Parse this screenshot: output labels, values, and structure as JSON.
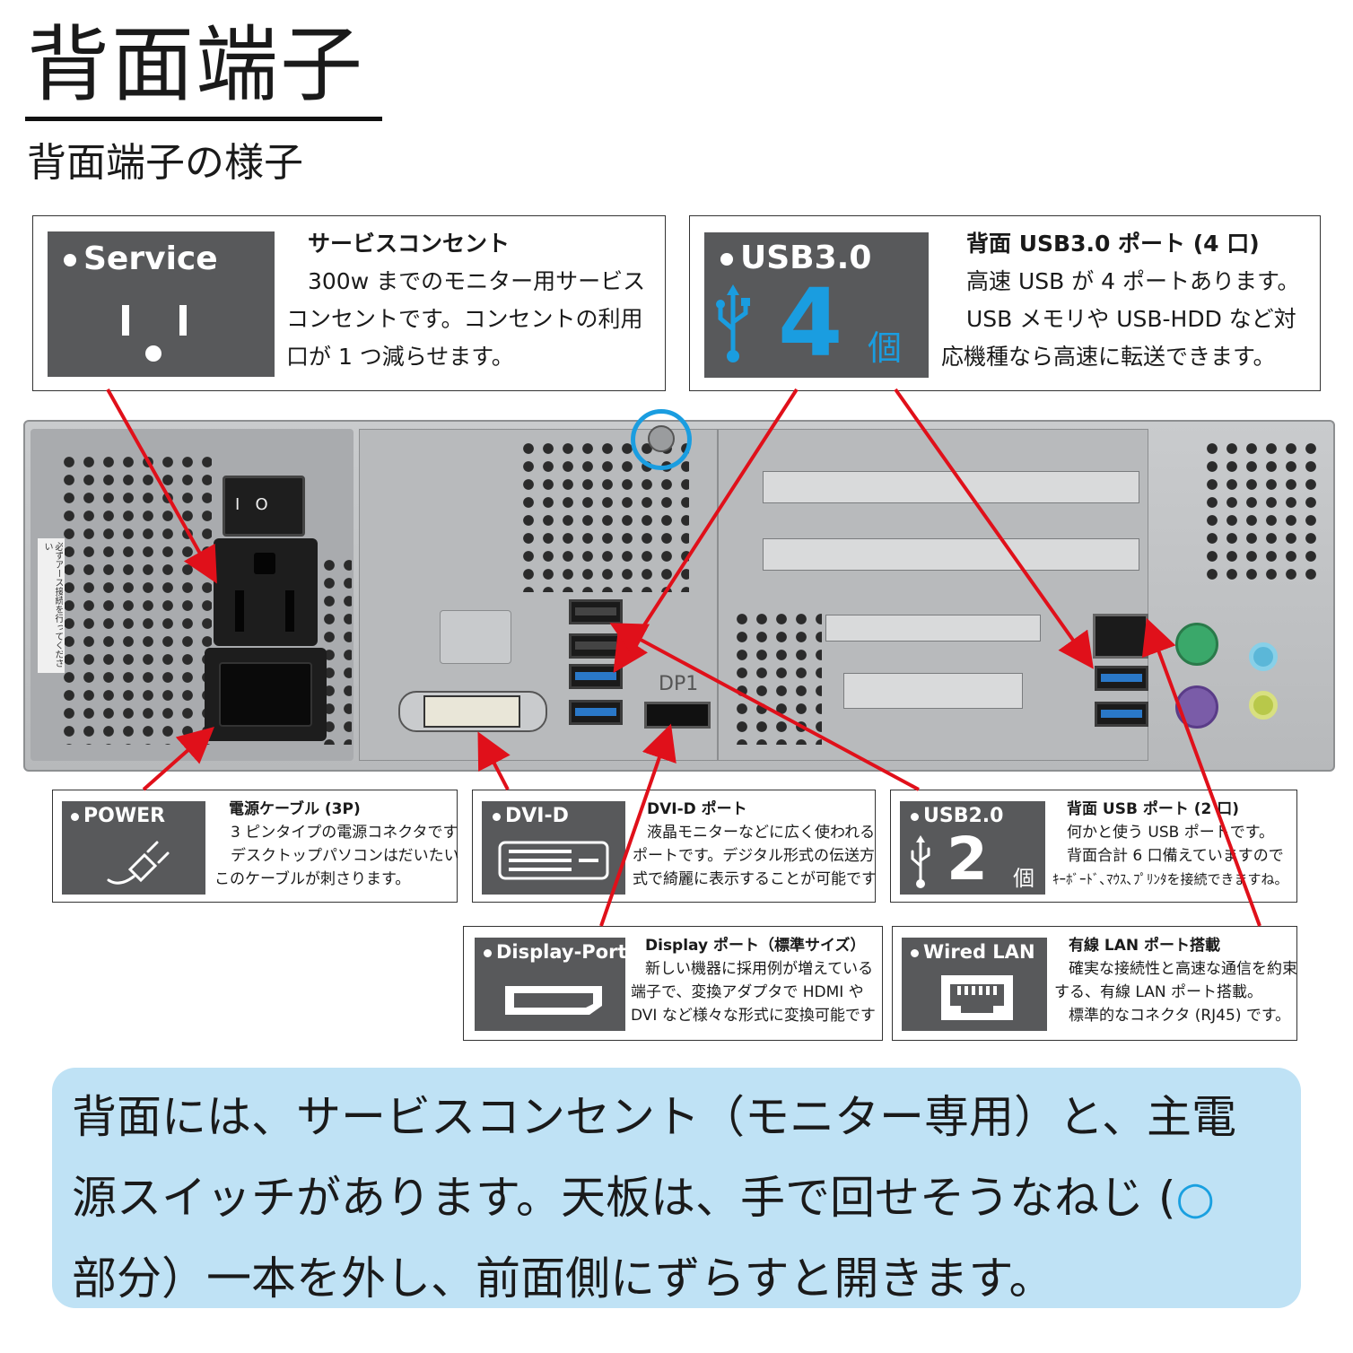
{
  "header": {
    "title": "背面端子",
    "subtitle": "背面端子の様子"
  },
  "callouts": {
    "service": {
      "tile_label": "Service",
      "icon": "outlet-icon",
      "heading": "サービスコンセント",
      "lines": [
        "300w までのモニター用サービス",
        "コンセントです。コンセントの利用",
        "口が 1 つ減らせます。"
      ]
    },
    "usb30": {
      "tile_label": "USB3.0",
      "icon": "usb-icon",
      "count": "4",
      "count_unit": "個",
      "heading": "背面 USB3.0 ポート (4 口)",
      "lines": [
        "高速 USB が 4 ポートあります。",
        "USB メモリや USB-HDD など対",
        "応機種なら高速に転送できます。"
      ]
    },
    "power": {
      "tile_label": "POWER",
      "icon": "power-plug-icon",
      "heading": "電源ケーブル (3P)",
      "lines": [
        "3 ピンタイプの電源コネクタです",
        "デスクトップパソコンはだいたい",
        "このケーブルが刺さります。"
      ]
    },
    "dvid": {
      "tile_label": "DVI-D",
      "icon": "dvi-connector-icon",
      "heading": "DVI-D ポート",
      "lines": [
        "液晶モニターなどに広く使われる",
        "ポートです。デジタル形式の伝送方",
        "式で綺麗に表示することが可能です"
      ]
    },
    "usb20": {
      "tile_label": "USB2.0",
      "icon": "usb-icon",
      "count": "2",
      "count_unit": "個",
      "heading": "背面 USB ポート (2 口)",
      "lines": [
        "何かと使う USB ポートです。",
        "背面合計 6 口備えていますので",
        "ｷｰﾎﾞｰﾄﾞ､ﾏｳｽ､ﾌﾟﾘﾝﾀを接続できますね。"
      ]
    },
    "displayport": {
      "tile_label": "Display-Port",
      "icon": "displayport-icon",
      "heading": "Display ポート（標準サイズ）",
      "lines": [
        "新しい機器に採用例が増えている",
        "端子で、変換アダプタで HDMI や",
        "DVI など様々な形式に変換可能です"
      ]
    },
    "lan": {
      "tile_label": "Wired LAN",
      "icon": "ethernet-port-icon",
      "heading": "有線 LAN ポート搭載",
      "lines": [
        "確実な接続性と高速な通信を約束",
        "する、有線 LAN ポート搭載。",
        "標準的なコネクタ (RJ45) です。"
      ]
    }
  },
  "photo": {
    "port_label_dp": "DP1",
    "psu_sticker": "必ずアース接続を行ってください",
    "colors": {
      "usb3": "#2a78c8",
      "ps2_mouse": "#3aa86a",
      "ps2_keyboard": "#7a5ca8",
      "audio_in": "#5bb7d8",
      "audio_out": "#b8c84a",
      "arrow": "#e0101a",
      "ring": "#1a9de0"
    }
  },
  "note": {
    "lines": [
      "背面には、サービスコンセント（モニター専用）と、主電",
      "源スイッチがあります。天板は、手で回せそうなねじ (",
      "部分）一本を外し、前面側にずらすと開きます。"
    ],
    "circle_mark": "○",
    "paren_close": ")"
  }
}
